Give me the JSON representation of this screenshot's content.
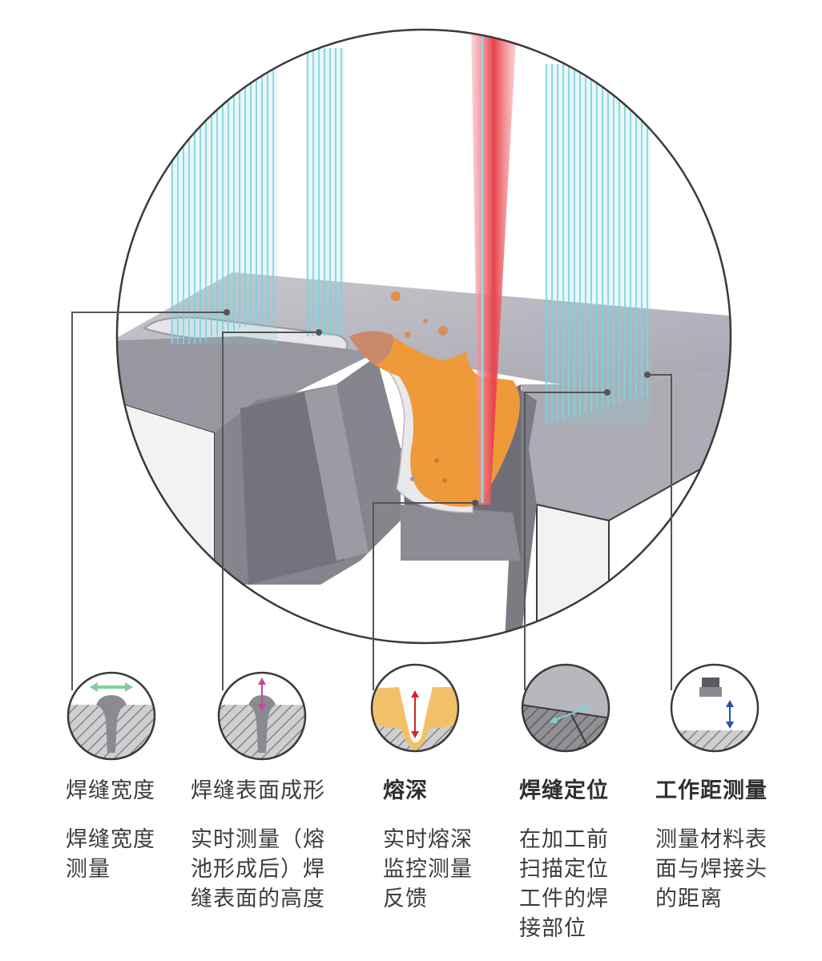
{
  "colors": {
    "beam_cyan": "#7fd3dd",
    "laser_red": "#e8424a",
    "melt_orange": "#ee9a3a",
    "metal_gray": "#9d9ca6",
    "outline": "#3a3a3a"
  },
  "features": [
    {
      "title": "焊缝宽度",
      "title_bold": false,
      "icon": "weld-width-icon",
      "desc_lines": [
        "焊缝宽度",
        "测量"
      ]
    },
    {
      "title": "焊缝表面成形",
      "title_bold": false,
      "icon": "weld-surface-icon",
      "desc_lines": [
        "实时测量（熔",
        "池形成后）焊",
        "缝表面的高度"
      ]
    },
    {
      "title": "熔深",
      "title_bold": true,
      "icon": "penetration-depth-icon",
      "desc_lines": [
        "实时熔深",
        "监控测量",
        "反馈"
      ]
    },
    {
      "title": "焊缝定位",
      "title_bold": true,
      "icon": "seam-positioning-icon",
      "desc_lines": [
        "在加工前",
        "扫描定位",
        "工件的焊",
        "接部位"
      ]
    },
    {
      "title": "工作距测量",
      "title_bold": true,
      "icon": "working-distance-icon",
      "desc_lines": [
        "测量材料表",
        "面与焊接头",
        "的距离"
      ]
    }
  ]
}
